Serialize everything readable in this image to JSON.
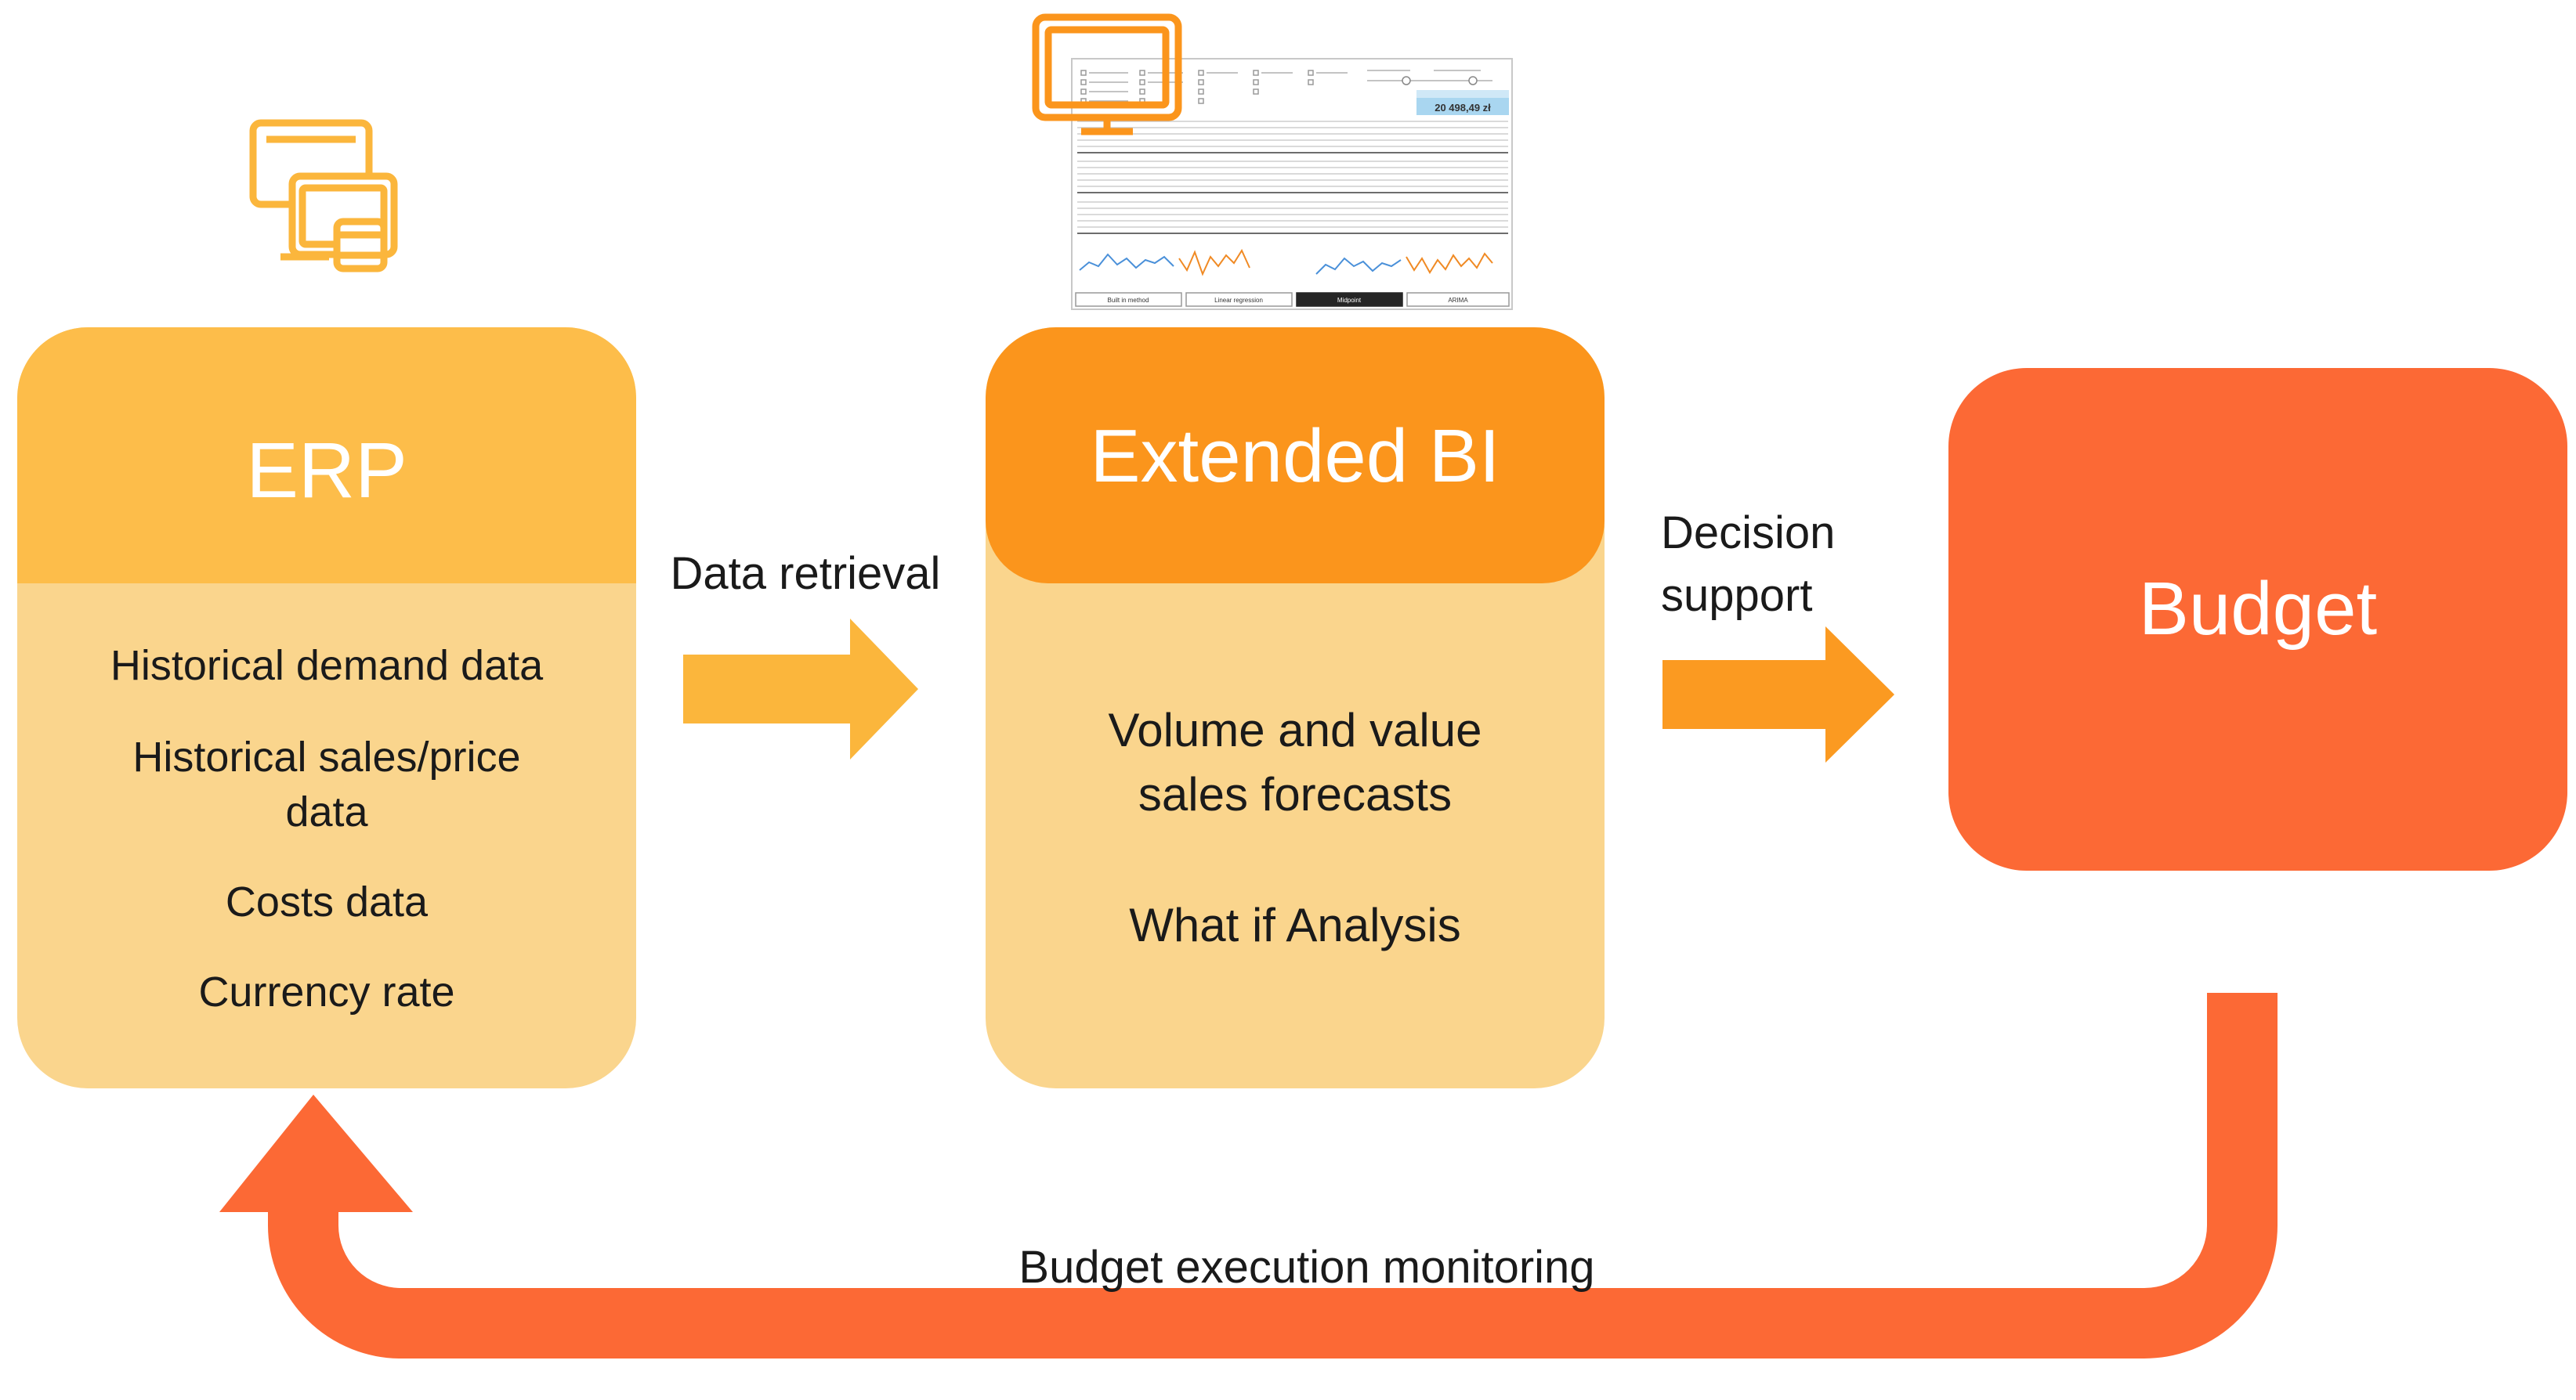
{
  "erp": {
    "title": "ERP",
    "items": [
      "Historical demand data",
      "Historical sales/price",
      "data",
      "Costs data",
      "Currency rate"
    ]
  },
  "bi": {
    "title": "Extended BI",
    "items": [
      "Volume and value",
      "sales forecasts",
      "What if Analysis"
    ]
  },
  "budget": {
    "title": "Budget"
  },
  "arrows": {
    "data_retrieval": "Data retrieval",
    "decision_support_1": "Decision",
    "decision_support_2": "support",
    "monitoring": "Budget execution monitoring"
  },
  "report_thumbnail": {
    "kpi_value": "20 498,49 zł",
    "buttons": [
      "Built in method",
      "Linear regression",
      "Midpoint",
      "ARIMA"
    ]
  },
  "icons": [
    "devices-icon",
    "monitor-icon"
  ],
  "colors": {
    "erp_header": "#fdbd4a",
    "erp_body": "#fad58d",
    "bi_header": "#fb951c",
    "bi_body": "#fad58d",
    "budget": "#fc6935",
    "arrow_light": "#fbb63c",
    "arrow_mid": "#fb9a21",
    "arrow_loop": "#fc6935"
  }
}
